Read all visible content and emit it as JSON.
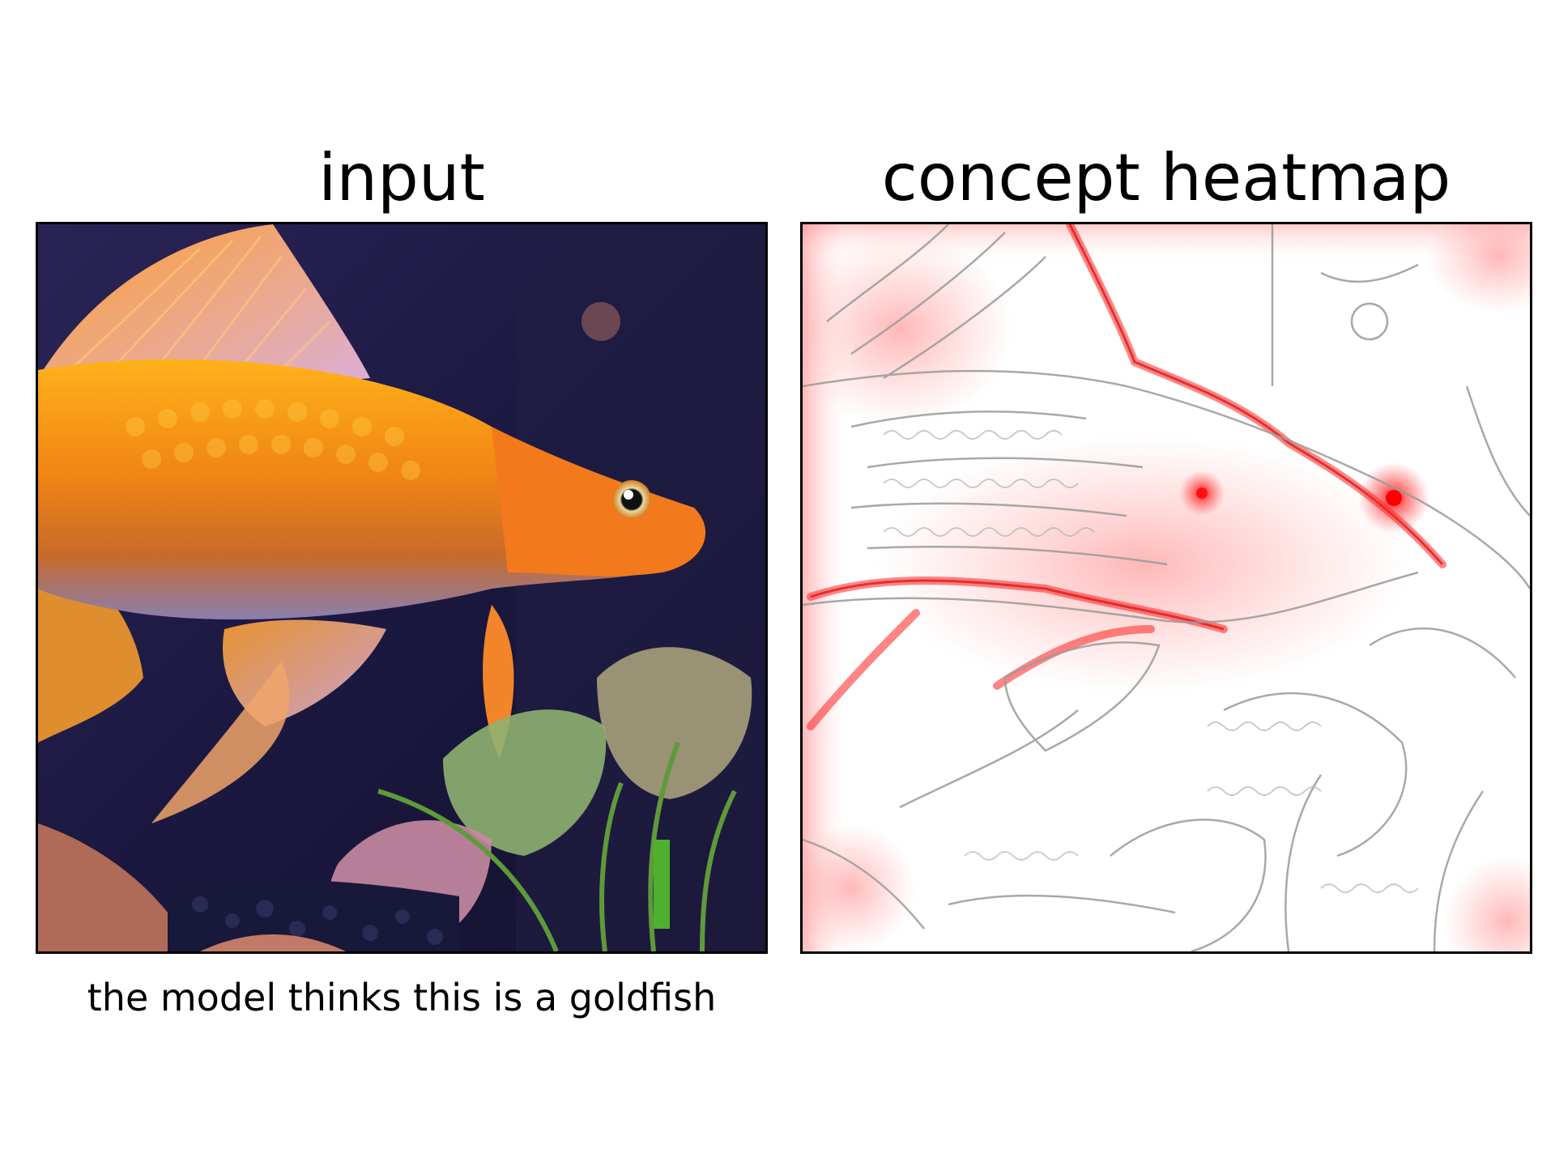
{
  "panels": {
    "left": {
      "title": "input",
      "caption": "the model thinks this is a goldfish"
    },
    "right": {
      "title": "concept heatmap"
    }
  },
  "colors": {
    "fish_orange": "#f28a12",
    "tank_background": "#1b1840",
    "heat_red": "#ff0000",
    "edge_gray": "#9a9a9a"
  }
}
